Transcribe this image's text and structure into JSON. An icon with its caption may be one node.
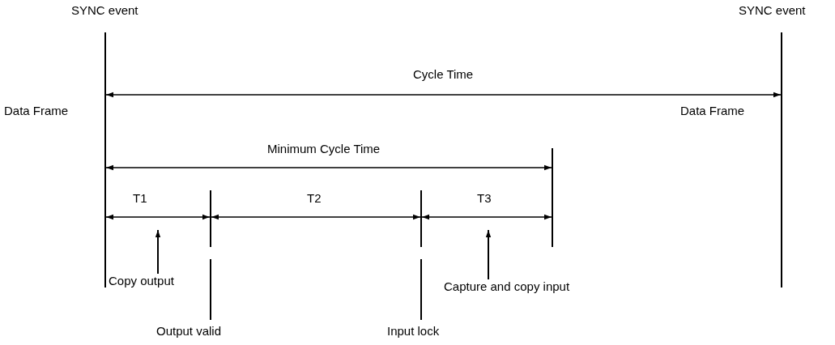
{
  "diagram": {
    "nodes": [
      {
        "text": [
          "Copy output"
        ]
      },
      {
        "text": [
          "Capture and copy input"
        ]
      }
    ],
    "edges": [
      {
        "from": 0,
        "to": null,
        "arrow": "to"
      },
      {
        "from": 1,
        "to": null,
        "arrow": "to"
      }
    ],
    "labels": [
      "SYNC event",
      "SYNC event",
      "Cycle Time",
      "Data Frame",
      "Data Frame",
      "Minimum Cycle Time",
      "T1",
      "T2",
      "T3",
      "Output valid",
      "Input lock"
    ]
  }
}
